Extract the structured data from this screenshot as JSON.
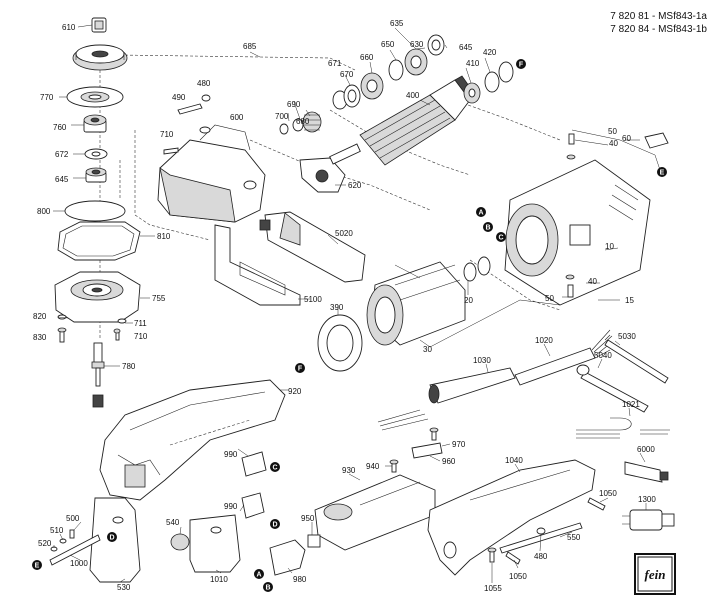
{
  "header": {
    "line1": "7 820 81 - MSf843-1a",
    "line2": "7 820 84 - MSf843-1b"
  },
  "logo": {
    "text": "fein"
  },
  "parts": [
    {
      "label": "610"
    },
    {
      "label": "685"
    },
    {
      "label": "770"
    },
    {
      "label": "480"
    },
    {
      "label": "490"
    },
    {
      "label": "760"
    },
    {
      "label": "710"
    },
    {
      "label": "600"
    },
    {
      "label": "672"
    },
    {
      "label": "645"
    },
    {
      "label": "800"
    },
    {
      "label": "810"
    },
    {
      "label": "755"
    },
    {
      "label": "820"
    },
    {
      "label": "711"
    },
    {
      "label": "830"
    },
    {
      "label": "710"
    },
    {
      "label": "780"
    },
    {
      "label": "671"
    },
    {
      "label": "670"
    },
    {
      "label": "660"
    },
    {
      "label": "635"
    },
    {
      "label": "650"
    },
    {
      "label": "630"
    },
    {
      "label": "645"
    },
    {
      "label": "420"
    },
    {
      "label": "410"
    },
    {
      "label": "400"
    },
    {
      "label": "690"
    },
    {
      "label": "700"
    },
    {
      "label": "680"
    },
    {
      "label": "620"
    },
    {
      "label": "5020"
    },
    {
      "label": "5100"
    },
    {
      "label": "390"
    },
    {
      "label": "50"
    },
    {
      "label": "40"
    },
    {
      "label": "60"
    },
    {
      "label": "10"
    },
    {
      "label": "40"
    },
    {
      "label": "50"
    },
    {
      "label": "15"
    },
    {
      "label": "20"
    },
    {
      "label": "30"
    },
    {
      "label": "1030"
    },
    {
      "label": "1020"
    },
    {
      "label": "5030"
    },
    {
      "label": "5040"
    },
    {
      "label": "920"
    },
    {
      "label": "1021"
    },
    {
      "label": "970"
    },
    {
      "label": "960"
    },
    {
      "label": "940"
    },
    {
      "label": "930"
    },
    {
      "label": "1040"
    },
    {
      "label": "6000"
    },
    {
      "label": "990"
    },
    {
      "label": "990"
    },
    {
      "label": "1300"
    },
    {
      "label": "1050"
    },
    {
      "label": "500"
    },
    {
      "label": "510"
    },
    {
      "label": "520"
    },
    {
      "label": "540"
    },
    {
      "label": "950"
    },
    {
      "label": "550"
    },
    {
      "label": "480"
    },
    {
      "label": "1000"
    },
    {
      "label": "1010"
    },
    {
      "label": "980"
    },
    {
      "label": "1050"
    },
    {
      "label": "530"
    },
    {
      "label": "1055"
    }
  ],
  "markers": [
    {
      "letter": "A"
    },
    {
      "letter": "B"
    },
    {
      "letter": "C"
    },
    {
      "letter": "D"
    },
    {
      "letter": "E"
    },
    {
      "letter": "F"
    },
    {
      "letter": "E"
    },
    {
      "letter": "F"
    },
    {
      "letter": "C"
    },
    {
      "letter": "D"
    },
    {
      "letter": "D"
    },
    {
      "letter": "E"
    },
    {
      "letter": "A"
    },
    {
      "letter": "B"
    }
  ]
}
